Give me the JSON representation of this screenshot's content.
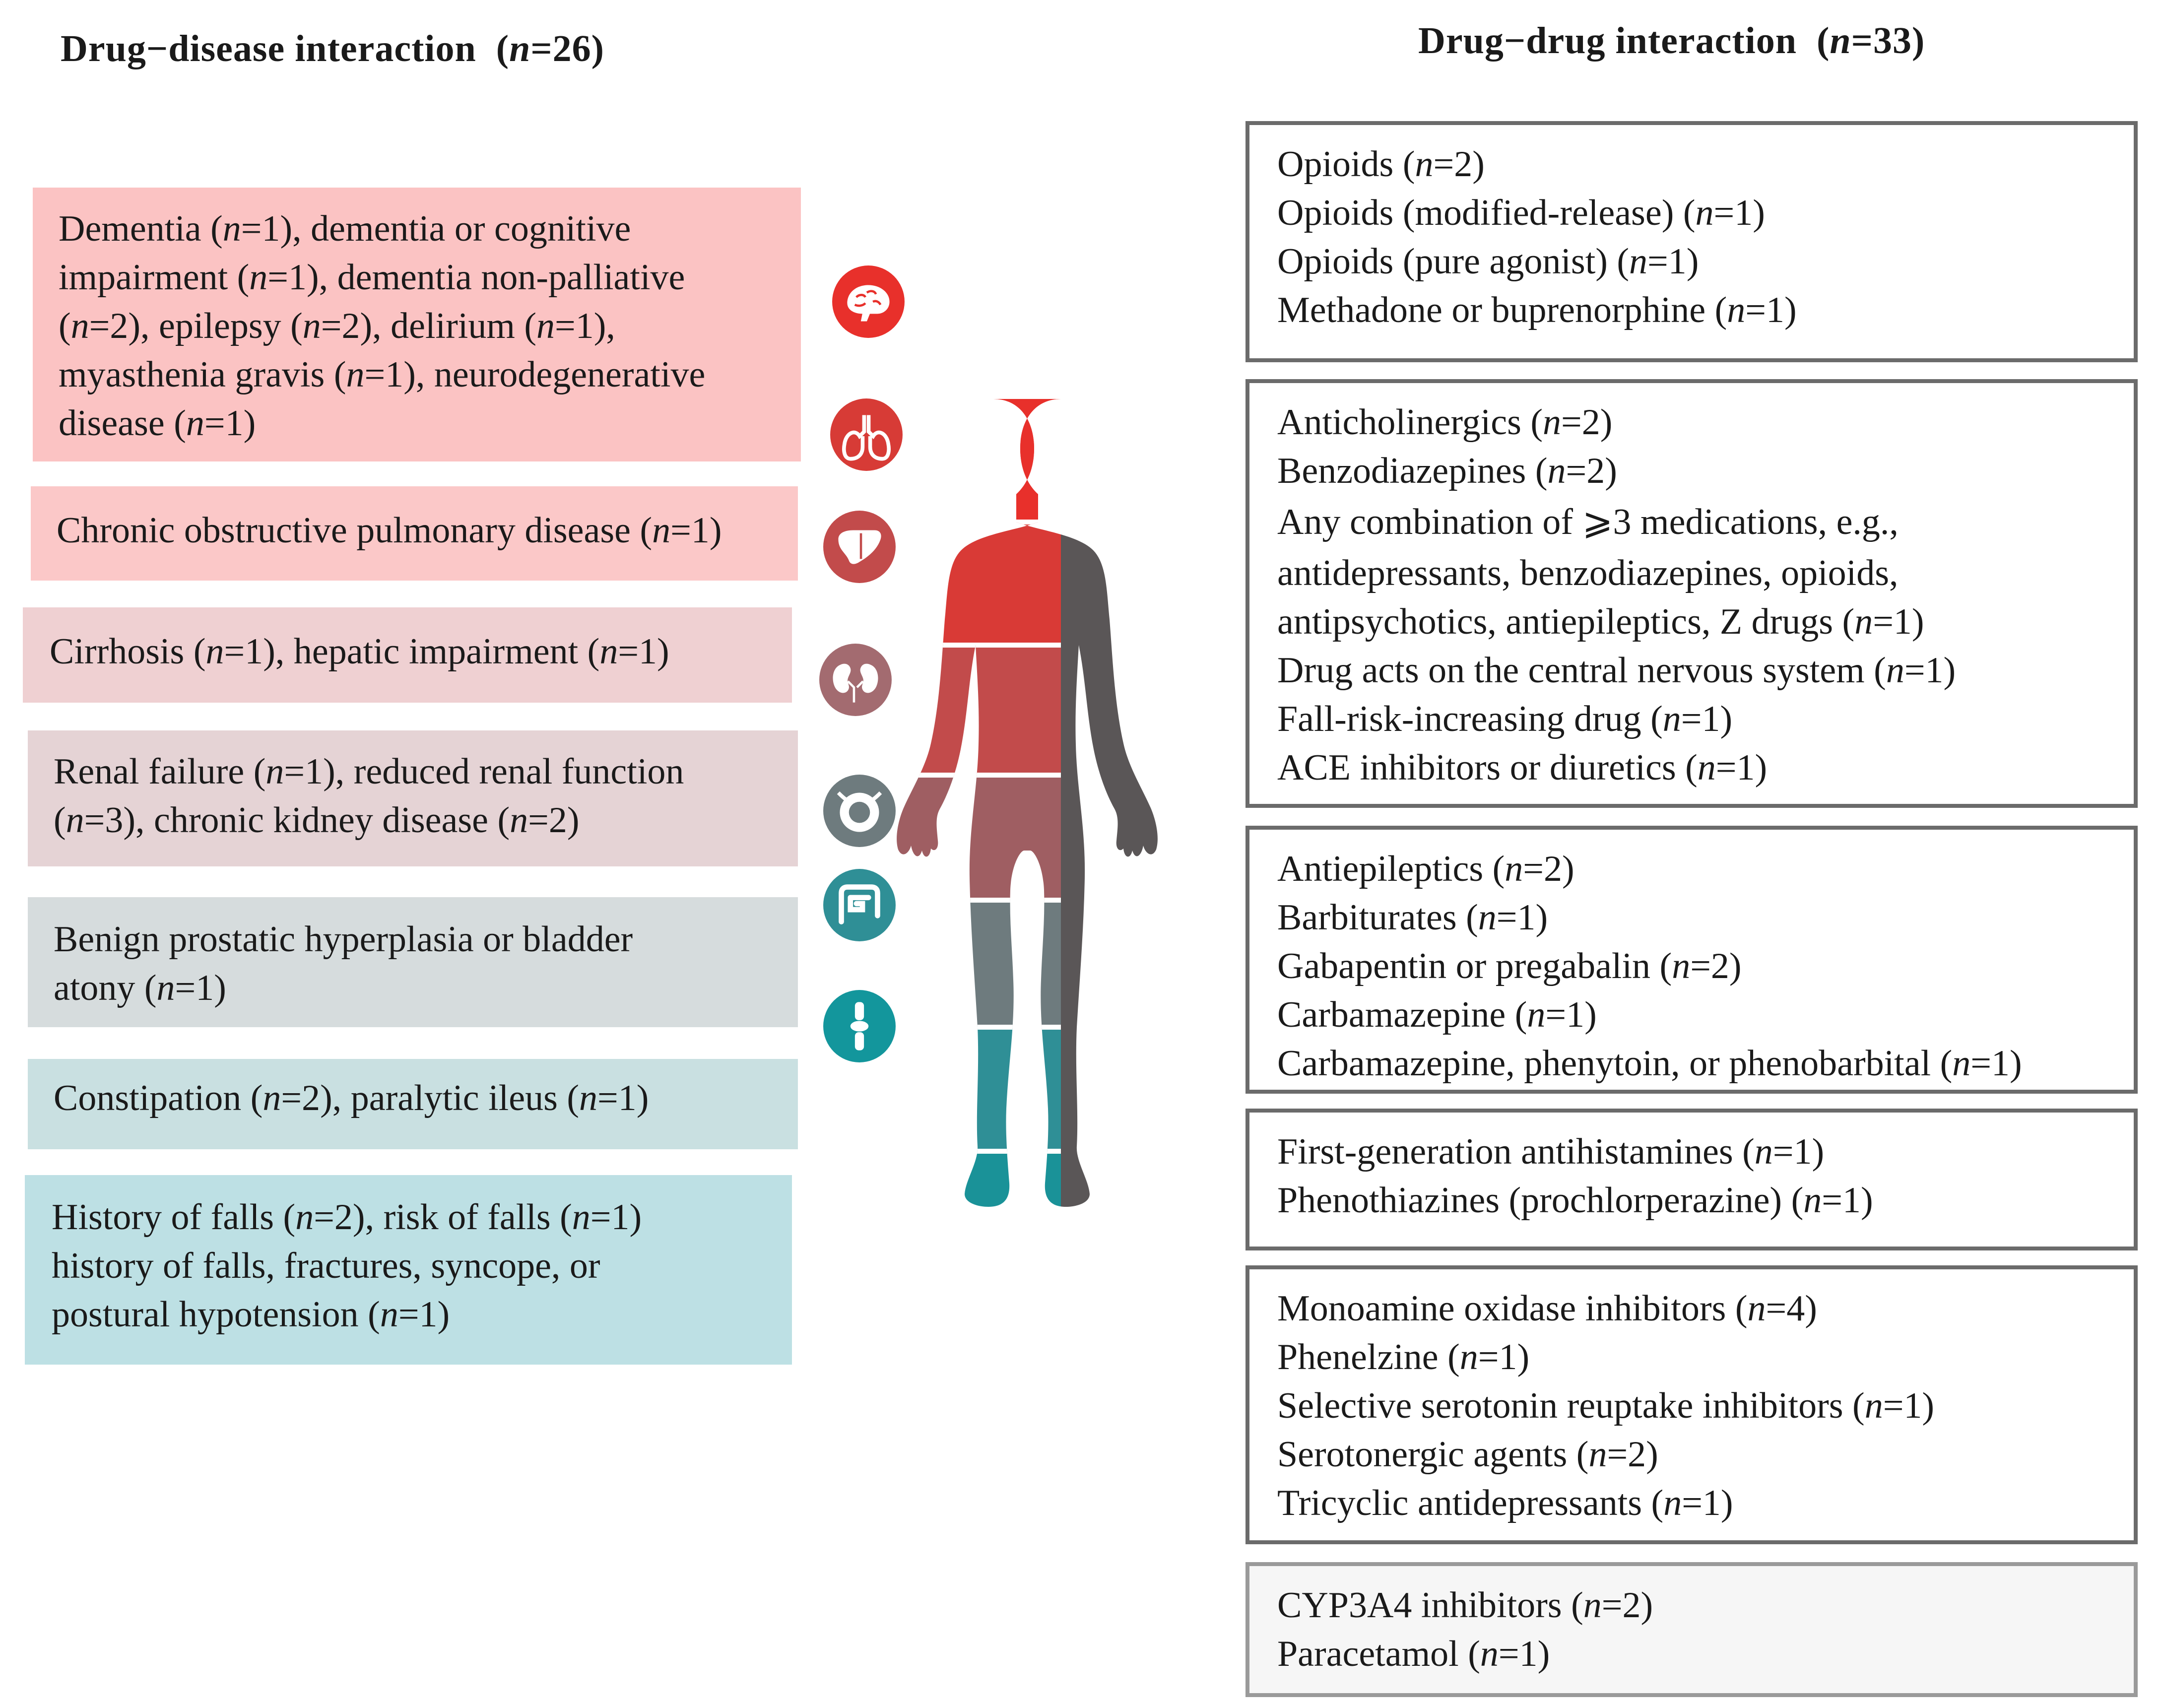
{
  "left_heading": {
    "title": "Drug−disease interaction",
    "count_label": "(",
    "count_var": "n",
    "count_value": "=26)"
  },
  "right_heading": {
    "title": "Drug−drug interaction",
    "count_label": "(",
    "count_var": "n",
    "count_value": "=33)"
  },
  "disease_groups": [
    {
      "color": "#fbc3c3",
      "lines": [
        "Dementia (n=1), dementia or cognitive",
        "impairment (n=1), dementia non-palliative",
        "(n=2), epilepsy (n=2), delirium (n=1),",
        "myasthenia gravis (n=1), neurodegenerative",
        "disease (n=1)"
      ]
    },
    {
      "color": "#fbc8c8",
      "lines": [
        "Chronic obstructive pulmonary disease (n=1)"
      ]
    },
    {
      "color": "#efd0d2",
      "lines": [
        "Cirrhosis (n=1), hepatic impairment (n=1)"
      ]
    },
    {
      "color": "#e5d3d5",
      "lines": [
        "Renal failure (n=1), reduced renal function",
        "(n=3), chronic kidney disease (n=2)"
      ]
    },
    {
      "color": "#d6dcdd",
      "lines": [
        "Benign prostatic hyperplasia or bladder",
        "atony (n=1)"
      ]
    },
    {
      "color": "#c9e0e1",
      "lines": [
        "Constipation (n=2), paralytic ileus (n=1)"
      ]
    },
    {
      "color": "#bde0e4",
      "lines": [
        "History of falls (n=2), risk of falls (n=1)",
        "history of falls, fractures, syncope, or",
        "postural hypotension (n=1)"
      ]
    }
  ],
  "drug_groups": [
    {
      "lines": [
        "Opioids (n=2)",
        "Opioids (modified-release) (n=1)",
        "Opioids (pure agonist) (n=1)",
        "Methadone or buprenorphine (n=1)"
      ]
    },
    {
      "lines": [
        "Anticholinergics (n=2)",
        "Benzodiazepines (n=2)",
        "Any combination of ⩾3 medications, e.g.,",
        "antidepressants, benzodiazepines, opioids,",
        "antipsychotics, antiepileptics, Z drugs (n=1)",
        "Drug acts on the central nervous system (n=1)",
        "Fall-risk-increasing drug (n=1)",
        "ACE inhibitors or diuretics (n=1)"
      ]
    },
    {
      "lines": [
        "Antiepileptics (n=2)",
        "Barbiturates (n=1)",
        "Gabapentin or pregabalin (n=2)",
        "Carbamazepine (n=1)",
        "Carbamazepine, phenytoin, or phenobarbital (n=1)"
      ]
    },
    {
      "lines": [
        "First-generation antihistamines (n=1)",
        "Phenothiazines (prochlorperazine) (n=1)"
      ]
    },
    {
      "lines": [
        "Monoamine oxidase inhibitors (n=4)",
        "Phenelzine (n=1)",
        "Selective serotonin reuptake inhibitors (n=1)",
        "Serotonergic agents (n=2)",
        "Tricyclic antidepressants (n=1)"
      ]
    },
    {
      "lines": [
        "CYP3A4 inhibitors (n=2)",
        "Paracetamol (n=1)"
      ]
    }
  ],
  "organ_icons": [
    {
      "name": "brain-icon",
      "color": "#e8302b"
    },
    {
      "name": "lungs-icon",
      "color": "#d73b36"
    },
    {
      "name": "liver-icon",
      "color": "#c24b4b"
    },
    {
      "name": "kidneys-icon",
      "color": "#a36b70"
    },
    {
      "name": "bladder-icon",
      "color": "#6e7b7e"
    },
    {
      "name": "intestine-icon",
      "color": "#2f8f96"
    },
    {
      "name": "joint-icon",
      "color": "#13969c"
    }
  ]
}
